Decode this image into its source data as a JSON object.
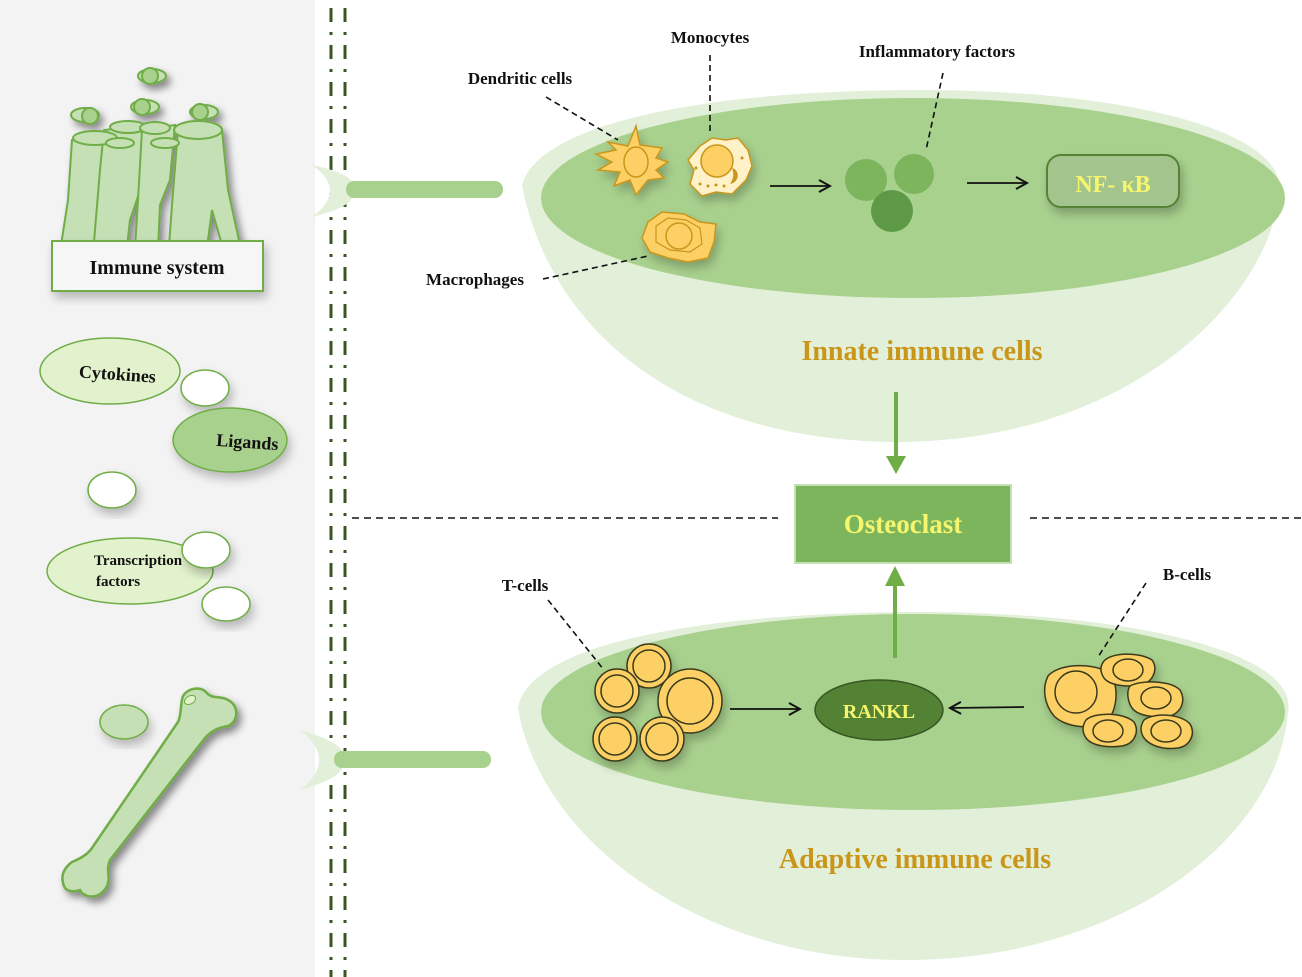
{
  "sidebar": {
    "immune_system_label": "Immune system",
    "cytokines_label": "Cytokines",
    "ligands_label": "Ligands",
    "transcription_factors_label": [
      "Transcription",
      "factors"
    ]
  },
  "innate": {
    "title": "Innate immune cells",
    "dendritic_label": "Dendritic cells",
    "monocytes_label": "Monocytes",
    "macrophages_label": "Macrophages",
    "inflammatory_label": "Inflammatory factors",
    "nfkb_label": "NF- κB"
  },
  "center": {
    "osteoclast_label": "Osteoclast"
  },
  "adaptive": {
    "title": "Adaptive immune cells",
    "tcells_label": "T-cells",
    "bcells_label": "B-cells",
    "rankl_label": "RANKL"
  },
  "colors": {
    "panel_bg": "#f3f3f3",
    "bowl_light": "#e2efd9",
    "bowl_mid": "#a9d18e",
    "green_dark": "#548235",
    "osteoclast_fill": "#7cb55c",
    "yellow_text": "#f5f56e",
    "title_gold": "#c9961a",
    "cell_yellow": "#fcd065",
    "separator": "#375623"
  }
}
